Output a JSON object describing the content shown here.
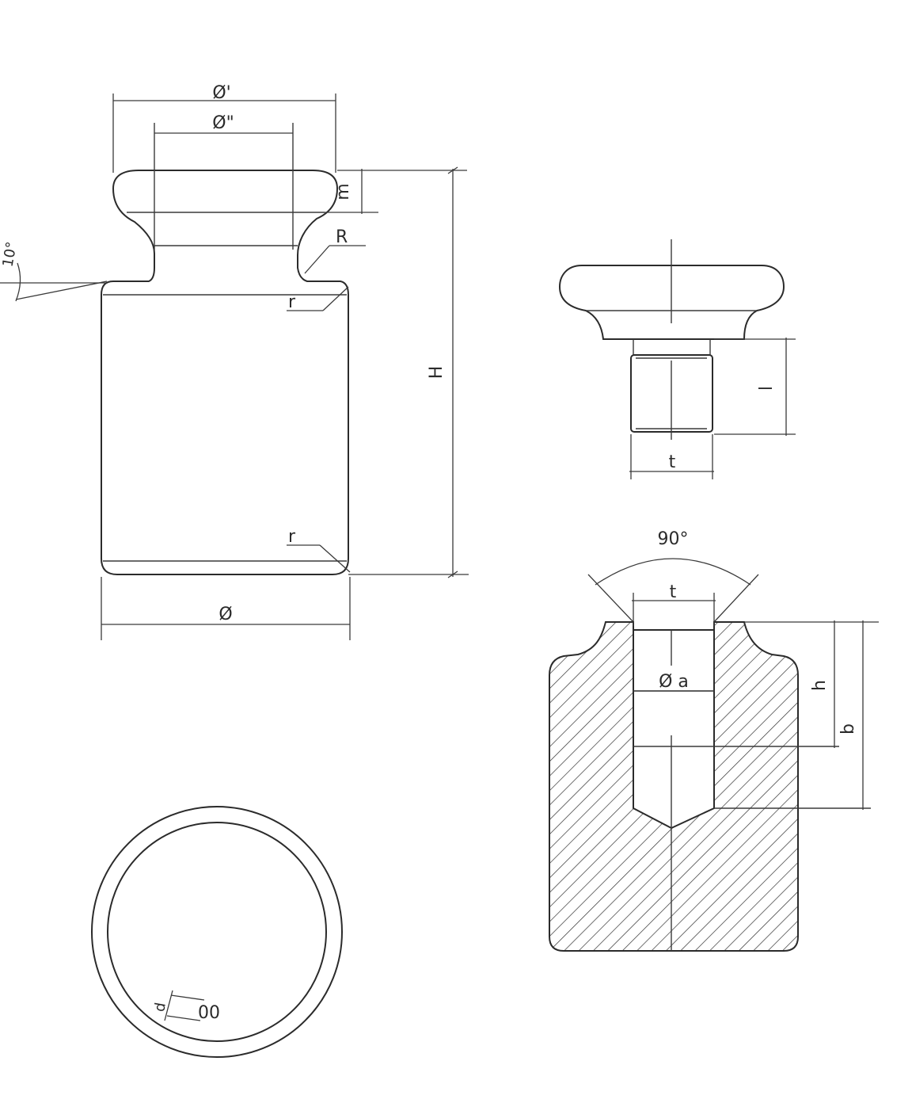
{
  "labels": {
    "dia_prime": "Ø'",
    "dia_double": "Ø\"",
    "m": "m",
    "R": "R",
    "angle_10": "10°",
    "r_top": "r",
    "H": "H",
    "r_bottom": "r",
    "dia": "Ø",
    "l": "l",
    "t_top": "t",
    "angle_90": "90°",
    "t_section": "t",
    "dia_a": "Ø a",
    "h": "h",
    "b": "b",
    "d": "d",
    "zero_zero": "00"
  },
  "colors": {
    "ink": "#2b2b2b",
    "paper": "#ffffff"
  }
}
